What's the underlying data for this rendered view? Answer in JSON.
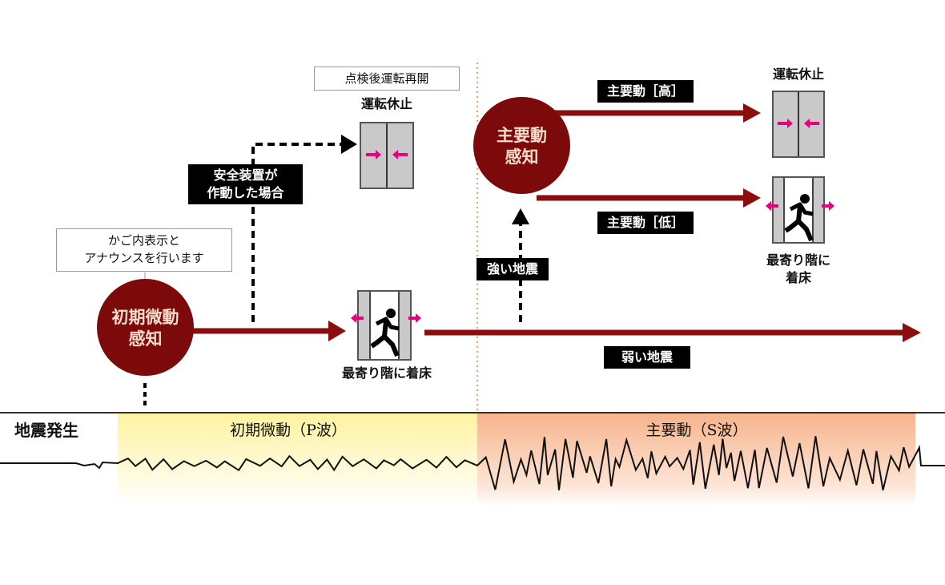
{
  "colors": {
    "accent_red": "#8b0d0d",
    "door_arrow": "#e6007e",
    "p_wave_band": "#fff3a0",
    "s_wave_band": "#f7b890",
    "divider": "#f0a070"
  },
  "initial_detection": {
    "line1": "初期微動",
    "line2": "感知"
  },
  "announce_note": {
    "line1": "かご内表示と",
    "line2": "アナウンスを行います"
  },
  "safety_device": {
    "line1": "安全装置が",
    "line2": "作動した場合"
  },
  "resume_note": "点検後運転再開",
  "stop_label_1": "運転休止",
  "nearest_floor_1": "最寄り階に着床",
  "main_detection": {
    "line1": "主要動",
    "line2": "感知"
  },
  "main_high": "主要動［高］",
  "main_low": "主要動［低］",
  "stop_label_2": "運転休止",
  "nearest_floor_2": {
    "line1": "最寄り階に",
    "line2": "着床"
  },
  "strong_quake": "強い地震",
  "weak_quake": "弱い地震",
  "timeline": {
    "occurrence": "地震発生",
    "p_wave": "初期微動（P波）",
    "s_wave": "主要動（S波）"
  },
  "icons": {
    "closed_elevator": "elevator-closed-icon",
    "open_elevator": "elevator-open-running-person-icon"
  }
}
